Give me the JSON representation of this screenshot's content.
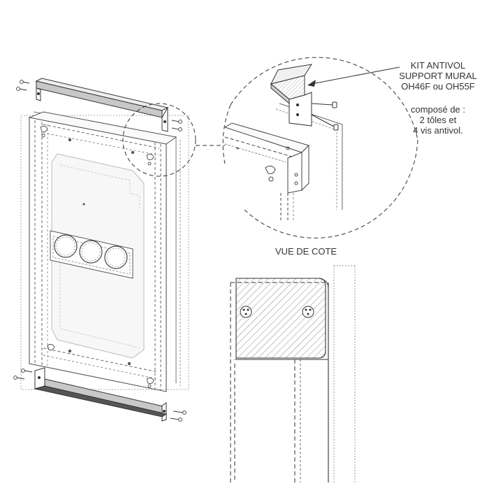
{
  "callout": {
    "kit_line1": "KIT ANTIVOL",
    "kit_line2": "SUPPORT MURAL",
    "kit_line3": "OH46F ou OH55F",
    "comp_line1": "composé de :",
    "comp_line2": "2 tôles et",
    "comp_line3": "4 vis antivol."
  },
  "side_view": {
    "title": "VUE DE COTE"
  },
  "colors": {
    "line": "#333333",
    "dashed": "#555555",
    "plate_fill": "#d4d4d4",
    "hatch": "#8a8a8a"
  },
  "icons": [
    "screw-icon",
    "bracket-icon"
  ]
}
